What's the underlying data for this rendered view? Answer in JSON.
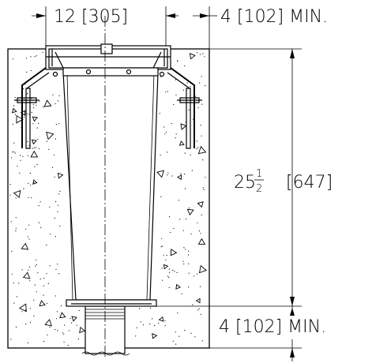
{
  "dimensions": {
    "width_top": "12 [305]",
    "clearance_side": "4 [102] MIN.",
    "depth_whole": "25",
    "depth_frac_num": "1",
    "depth_frac_den": "2",
    "depth_metric": "[647]",
    "clearance_bottom": "4 [102] MIN."
  }
}
